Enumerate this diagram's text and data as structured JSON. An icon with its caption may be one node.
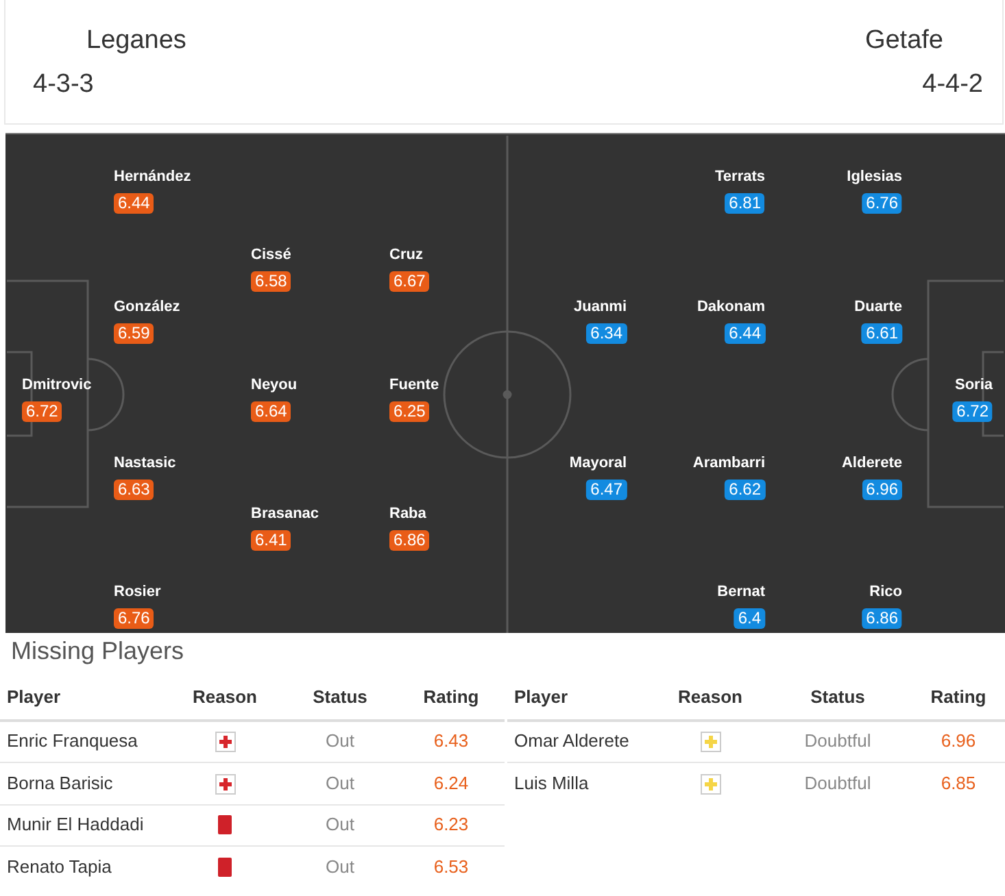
{
  "diagram": {
    "nodes": [
      {
        "text": [],
        "shape": "box"
      },
      {
        "text": [
          "Hernández",
          "6.44"
        ],
        "in": 0
      },
      {
        "text": [
          "Cissé",
          "6.58"
        ],
        "in": 0
      },
      {
        "text": [
          "Cruz",
          "6.67"
        ],
        "in": 0
      },
      {
        "text": [
          "González",
          "6.59"
        ],
        "in": 0
      },
      {
        "text": [
          "Dmitrovic",
          "6.72"
        ],
        "in": 0
      },
      {
        "text": [
          "Neyou",
          "6.64"
        ],
        "in": 0
      },
      {
        "text": [
          "Fuente",
          "6.25"
        ],
        "in": 0
      },
      {
        "text": [
          "Nastasic",
          "6.63"
        ],
        "in": 0
      },
      {
        "text": [
          "Brasanac",
          "6.41"
        ],
        "in": 0
      },
      {
        "text": [
          "Raba",
          "6.86"
        ],
        "in": 0
      },
      {
        "text": [
          "Rosier",
          "6.76"
        ],
        "in": 0
      },
      {
        "text": [
          "Terrats",
          "6.81"
        ],
        "in": 0
      },
      {
        "text": [
          "Iglesias",
          "6.76"
        ],
        "in": 0
      },
      {
        "text": [
          "Juanmi",
          "6.34"
        ],
        "in": 0
      },
      {
        "text": [
          "Dakonam",
          "6.44"
        ],
        "in": 0
      },
      {
        "text": [
          "Duarte",
          "6.61"
        ],
        "in": 0
      },
      {
        "text": [
          "Soria",
          "6.72"
        ],
        "in": 0
      },
      {
        "text": [
          "Mayoral",
          "6.47"
        ],
        "in": 0
      },
      {
        "text": [
          "Arambarri",
          "6.62"
        ],
        "in": 0
      },
      {
        "text": [
          "Alderete",
          "6.96"
        ],
        "in": 0
      },
      {
        "text": [
          "Bernat",
          "6.4"
        ],
        "in": 0
      },
      {
        "text": [
          "Rico",
          "6.86"
        ],
        "in": 0
      }
    ],
    "labels": [
      "Leganes",
      "4-3-3",
      "Getafe",
      "4-4-2",
      "Missing Players",
      "Player",
      "Reason",
      "Status",
      "Rating",
      "Enric Franquesa",
      "Out",
      "6.43",
      "Borna Barisic",
      "Out",
      "6.24",
      "Munir El Haddadi",
      "Out",
      "6.23",
      "Renato Tapia",
      "Out",
      "6.53",
      "Player",
      "Reason",
      "Status",
      "Rating",
      "Omar Alderete",
      "Doubtful",
      "6.96",
      "Luis Milla",
      "Doubtful",
      "6.85"
    ]
  }
}
